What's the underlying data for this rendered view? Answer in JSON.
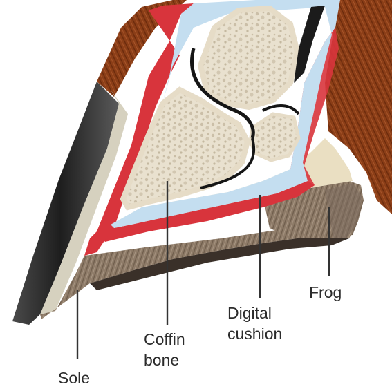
{
  "labels": {
    "sole": "Sole",
    "coffin_bone": [
      "Coffin",
      "bone"
    ],
    "digital_cushion": [
      "Digital",
      "cushion"
    ],
    "frog": "Frog"
  },
  "colors": {
    "background": "#ffffff",
    "hair": "#8a3c14",
    "hoof_wall": "#2e2e2e",
    "laminae": "#d7d2c0",
    "corium": "#d8343c",
    "cartilage": "#c5dff0",
    "bone": "#ece4d3",
    "marrow": "#cfc4ae",
    "cushion": "#eadfc2",
    "sole_horn": "#8d7a66",
    "frog": "#8f7c6a",
    "text": "#2b2b2b"
  }
}
